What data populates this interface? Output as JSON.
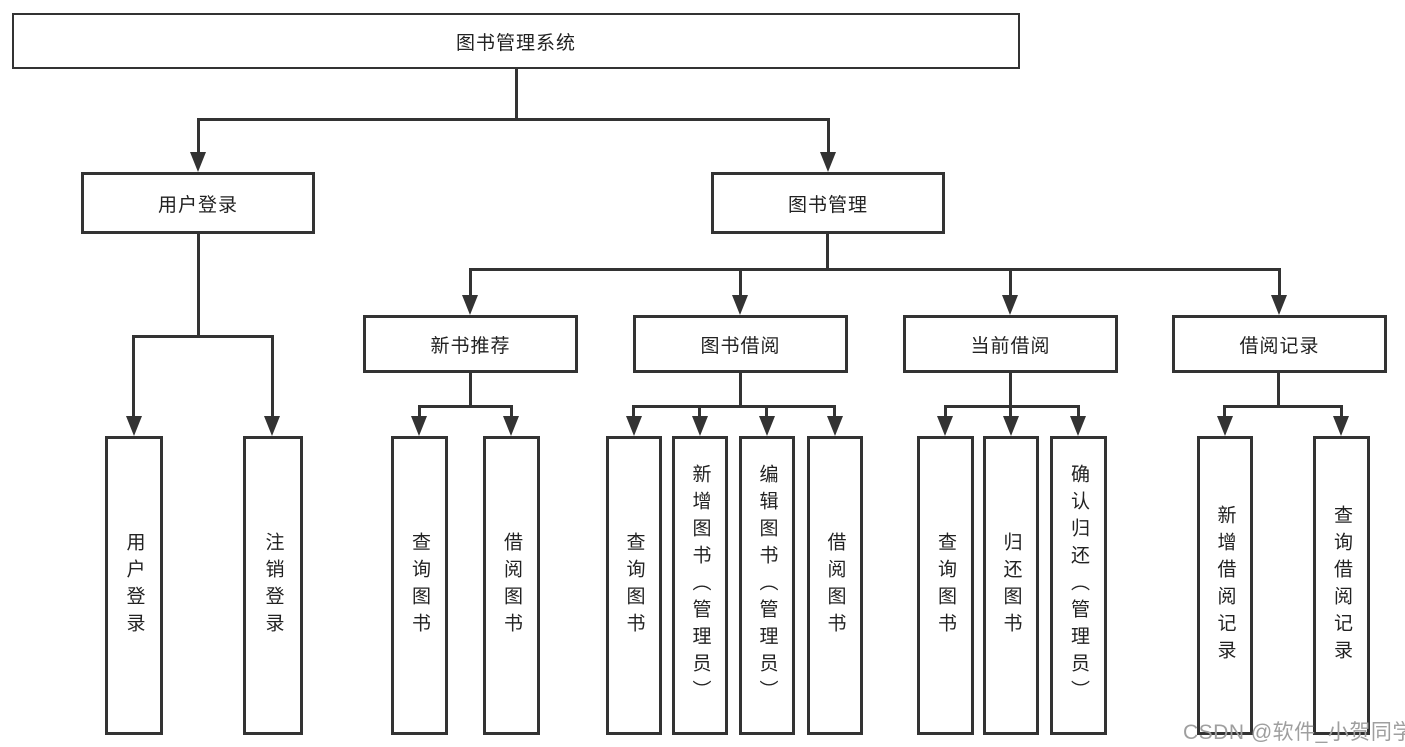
{
  "diagram": {
    "title": "图书管理系统",
    "level1": {
      "user_login": "用户登录",
      "book_management": "图书管理"
    },
    "level2": {
      "new_book_recommend": "新书推荐",
      "book_borrow": "图书借阅",
      "current_borrow": "当前借阅",
      "borrow_records": "借阅记录"
    },
    "leaves": {
      "login": "用户登录",
      "logout": "注销登录",
      "nbr_query_books": "查询图书",
      "nbr_borrow_books": "借阅图书",
      "bb_query_books": "查询图书",
      "bb_add_books": "新增图书（管理员）",
      "bb_edit_books": "编辑图书（管理员）",
      "bb_borrow_books": "借阅图书",
      "cb_query_books": "查询图书",
      "cb_return_books": "归还图书",
      "cb_confirm_return": "确认归还（管理员）",
      "br_add_record": "新增借阅记录",
      "br_query_record": "查询借阅记录"
    },
    "watermark": "CSDN @软件_小贺同学"
  },
  "colors": {
    "line": "#333333",
    "text": "#222222",
    "watermark": "#9f9f9f",
    "background": "#ffffff"
  }
}
